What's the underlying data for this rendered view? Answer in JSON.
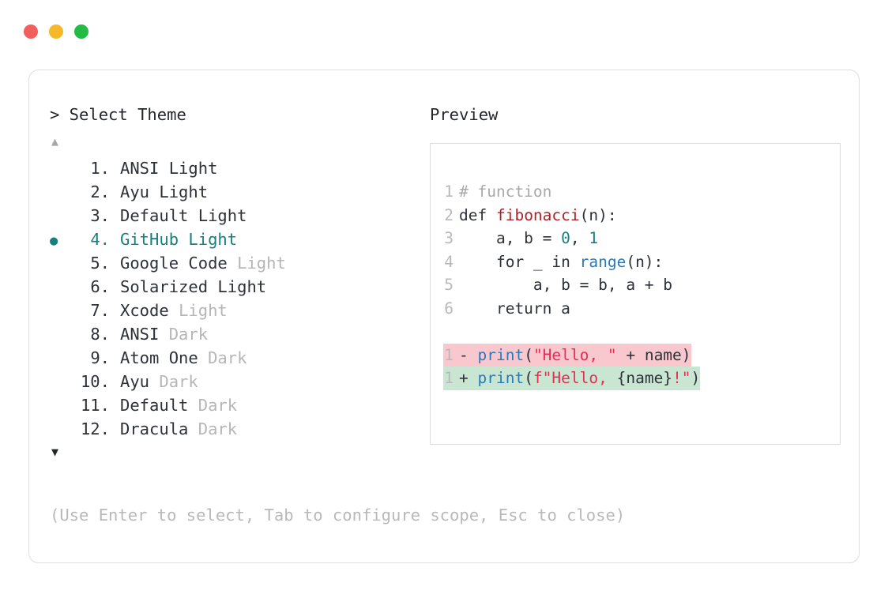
{
  "window": {
    "dots": [
      {
        "name": "close",
        "color": "#f1605d"
      },
      {
        "name": "minimize",
        "color": "#f5b828"
      },
      {
        "name": "maximize",
        "color": "#22bb44"
      }
    ]
  },
  "colors": {
    "accent_teal": "#17807e",
    "text_primary": "#2d3138",
    "text_dim": "#b6b6b6",
    "hint_text": "#b9b9b9",
    "panel_border": "#dedede",
    "preview_border": "#dcdcdc",
    "diff_removed_bg": "#f9c8ce",
    "diff_added_bg": "#c8e6d2",
    "syntax_comment": "#a9a9a9",
    "syntax_function": "#b12028",
    "syntax_number": "#17807e",
    "syntax_builtin": "#2b7ab8",
    "syntax_string": "#e03155"
  },
  "selector": {
    "prompt": "> Select Theme",
    "scroll_up": "▲",
    "scroll_down": "▼",
    "selected_index": 4,
    "bullet": "●",
    "items": [
      {
        "index": "1.",
        "name": "ANSI",
        "variant": "Light",
        "variant_dim": false,
        "selected": false
      },
      {
        "index": "2.",
        "name": "Ayu",
        "variant": "Light",
        "variant_dim": false,
        "selected": false
      },
      {
        "index": "3.",
        "name": "Default",
        "variant": "Light",
        "variant_dim": false,
        "selected": false
      },
      {
        "index": "4.",
        "name": "GitHub",
        "variant": "Light",
        "variant_dim": false,
        "selected": true
      },
      {
        "index": "5.",
        "name": "Google Code",
        "variant": "Light",
        "variant_dim": true,
        "selected": false
      },
      {
        "index": "6.",
        "name": "Solarized",
        "variant": "Light",
        "variant_dim": false,
        "selected": false
      },
      {
        "index": "7.",
        "name": "Xcode",
        "variant": "Light",
        "variant_dim": true,
        "selected": false
      },
      {
        "index": "8.",
        "name": "ANSI",
        "variant": "Dark",
        "variant_dim": true,
        "selected": false
      },
      {
        "index": "9.",
        "name": "Atom One",
        "variant": "Dark",
        "variant_dim": true,
        "selected": false
      },
      {
        "index": "10.",
        "name": "Ayu",
        "variant": "Dark",
        "variant_dim": true,
        "selected": false
      },
      {
        "index": "11.",
        "name": "Default",
        "variant": "Dark",
        "variant_dim": true,
        "selected": false
      },
      {
        "index": "12.",
        "name": "Dracula",
        "variant": "Dark",
        "variant_dim": true,
        "selected": false
      }
    ],
    "hint": "(Use Enter to select, Tab to configure scope, Esc to close)"
  },
  "preview": {
    "label": "Preview",
    "code_lines": [
      {
        "num": "1",
        "tokens": [
          {
            "t": "# function",
            "c": "comment"
          }
        ]
      },
      {
        "num": "2",
        "tokens": [
          {
            "t": "def ",
            "c": "plain"
          },
          {
            "t": "fibonacci",
            "c": "func"
          },
          {
            "t": "(n):",
            "c": "plain"
          }
        ]
      },
      {
        "num": "3",
        "tokens": [
          {
            "t": "    a, b = ",
            "c": "plain"
          },
          {
            "t": "0",
            "c": "num"
          },
          {
            "t": ", ",
            "c": "plain"
          },
          {
            "t": "1",
            "c": "num"
          }
        ]
      },
      {
        "num": "4",
        "tokens": [
          {
            "t": "    for _ in ",
            "c": "plain"
          },
          {
            "t": "range",
            "c": "builtin"
          },
          {
            "t": "(n):",
            "c": "plain"
          }
        ]
      },
      {
        "num": "5",
        "tokens": [
          {
            "t": "        a, b = b, a + b",
            "c": "plain"
          }
        ]
      },
      {
        "num": "6",
        "tokens": [
          {
            "t": "    return a",
            "c": "plain"
          }
        ]
      }
    ],
    "diff_lines": [
      {
        "num": "1",
        "kind": "removed",
        "sign": "-",
        "tokens": [
          {
            "t": "print",
            "c": "builtin"
          },
          {
            "t": "(",
            "c": "plain"
          },
          {
            "t": "\"Hello, \"",
            "c": "string"
          },
          {
            "t": " + name)",
            "c": "plain"
          }
        ]
      },
      {
        "num": "1",
        "kind": "added",
        "sign": "+",
        "tokens": [
          {
            "t": "print",
            "c": "builtin"
          },
          {
            "t": "(",
            "c": "plain"
          },
          {
            "t": "f\"Hello, ",
            "c": "string"
          },
          {
            "t": "{name}",
            "c": "plain"
          },
          {
            "t": "!\"",
            "c": "string"
          },
          {
            "t": ")",
            "c": "plain"
          }
        ]
      }
    ]
  }
}
